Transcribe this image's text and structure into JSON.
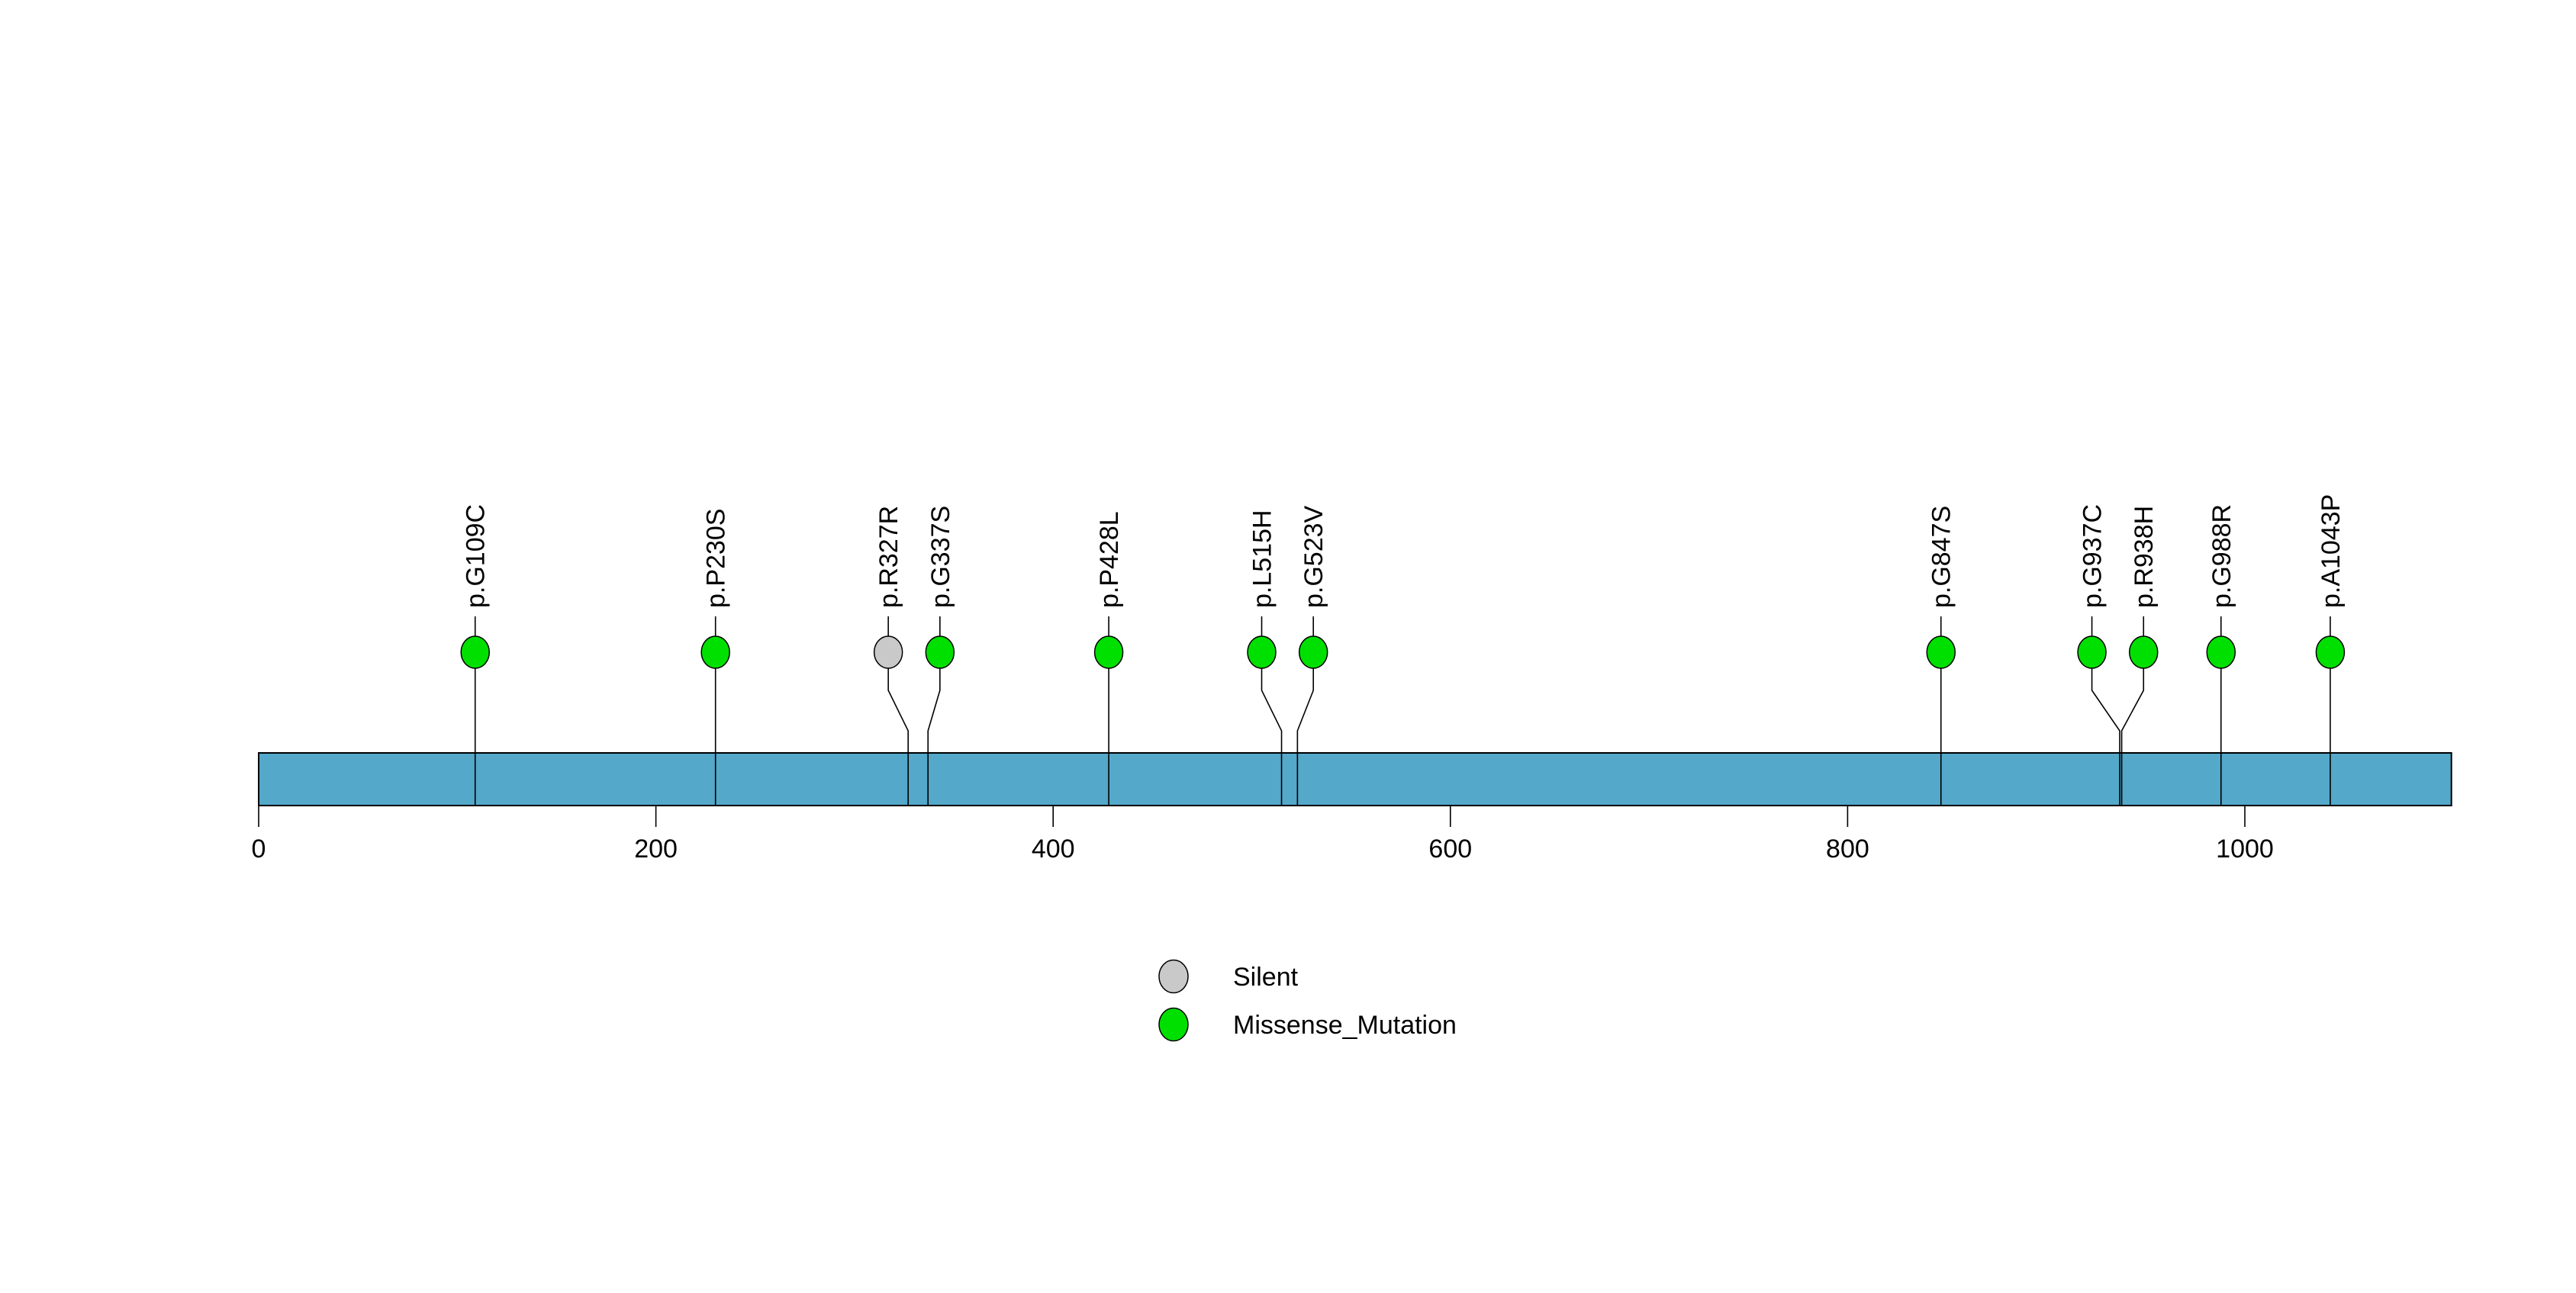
{
  "chart_data": {
    "type": "lollipop",
    "title": "",
    "xlabel": "",
    "ylabel": "",
    "axis": {
      "tick_values": [
        0,
        200,
        400,
        600,
        800,
        1000
      ],
      "xlim": [
        0,
        1104
      ],
      "grid": false
    },
    "backbone": {
      "start": 0,
      "end": 1104,
      "fill_color": "#54A8C9",
      "border_color": "#000000"
    },
    "mutations": [
      {
        "label": "p.G109C",
        "position": 109,
        "display_position": 109,
        "type": "Missense_Mutation"
      },
      {
        "label": "p.P230S",
        "position": 230,
        "display_position": 230,
        "type": "Missense_Mutation"
      },
      {
        "label": "p.R327R",
        "position": 327,
        "display_position": 317,
        "type": "Silent"
      },
      {
        "label": "p.G337S",
        "position": 337,
        "display_position": 343,
        "type": "Missense_Mutation"
      },
      {
        "label": "p.P428L",
        "position": 428,
        "display_position": 428,
        "type": "Missense_Mutation"
      },
      {
        "label": "p.L515H",
        "position": 515,
        "display_position": 505,
        "type": "Missense_Mutation"
      },
      {
        "label": "p.G523V",
        "position": 523,
        "display_position": 531,
        "type": "Missense_Mutation"
      },
      {
        "label": "p.G847S",
        "position": 847,
        "display_position": 847,
        "type": "Missense_Mutation"
      },
      {
        "label": "p.G937C",
        "position": 937,
        "display_position": 923,
        "type": "Missense_Mutation"
      },
      {
        "label": "p.R938H",
        "position": 938,
        "display_position": 949,
        "type": "Missense_Mutation"
      },
      {
        "label": "p.G988R",
        "position": 988,
        "display_position": 988,
        "type": "Missense_Mutation"
      },
      {
        "label": "p.A1043P",
        "position": 1043,
        "display_position": 1043,
        "type": "Missense_Mutation"
      }
    ],
    "type_colors": {
      "Silent": "#C9C9C9",
      "Missense_Mutation": "#00E000"
    },
    "legend": {
      "position": "bottom-center-left",
      "items": [
        {
          "label": "Silent",
          "color": "#C9C9C9"
        },
        {
          "label": "Missense_Mutation",
          "color": "#00E000"
        }
      ]
    },
    "marker": {
      "outline_color": "#000000"
    }
  }
}
